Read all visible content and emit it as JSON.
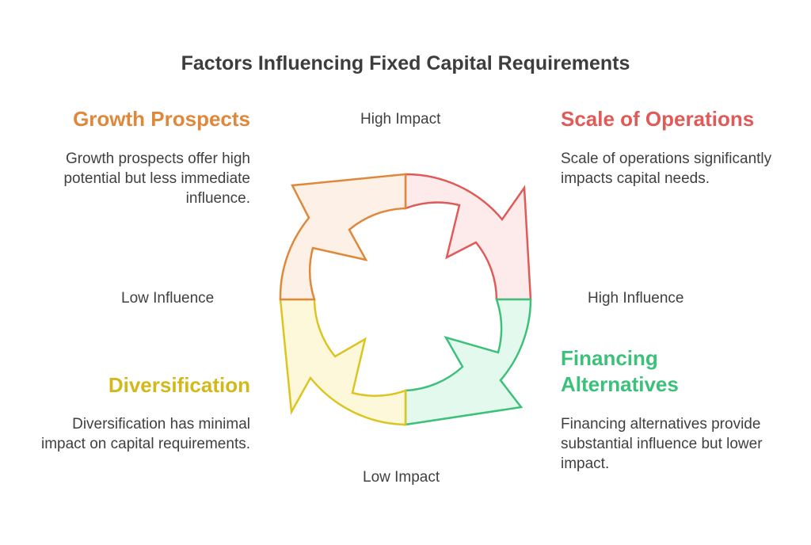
{
  "title": "Factors Influencing Fixed Capital Requirements",
  "axes": {
    "top": "High Impact",
    "bottom": "Low Impact",
    "left": "Low Influence",
    "right": "High Influence"
  },
  "quadrants": {
    "growth": {
      "heading": "Growth Prospects",
      "description": "Growth prospects offer high potential but less immediate influence.",
      "color": "#e0883a",
      "fill": "#fdf0e6"
    },
    "scale": {
      "heading": "Scale of Operations",
      "description": "Scale of operations significantly impacts capital needs.",
      "color": "#e05a58",
      "fill": "#fdeaea"
    },
    "diversification": {
      "heading": "Diversification",
      "description": "Diversification has minimal impact on capital requirements.",
      "color": "#dcc421",
      "fill": "#fdf8d9"
    },
    "financing": {
      "heading_line1": "Financing",
      "heading_line2": "Alternatives",
      "description": "Financing alternatives provide substantial influence but lower impact.",
      "color": "#3cc17a",
      "fill": "#e4f9ee"
    }
  }
}
